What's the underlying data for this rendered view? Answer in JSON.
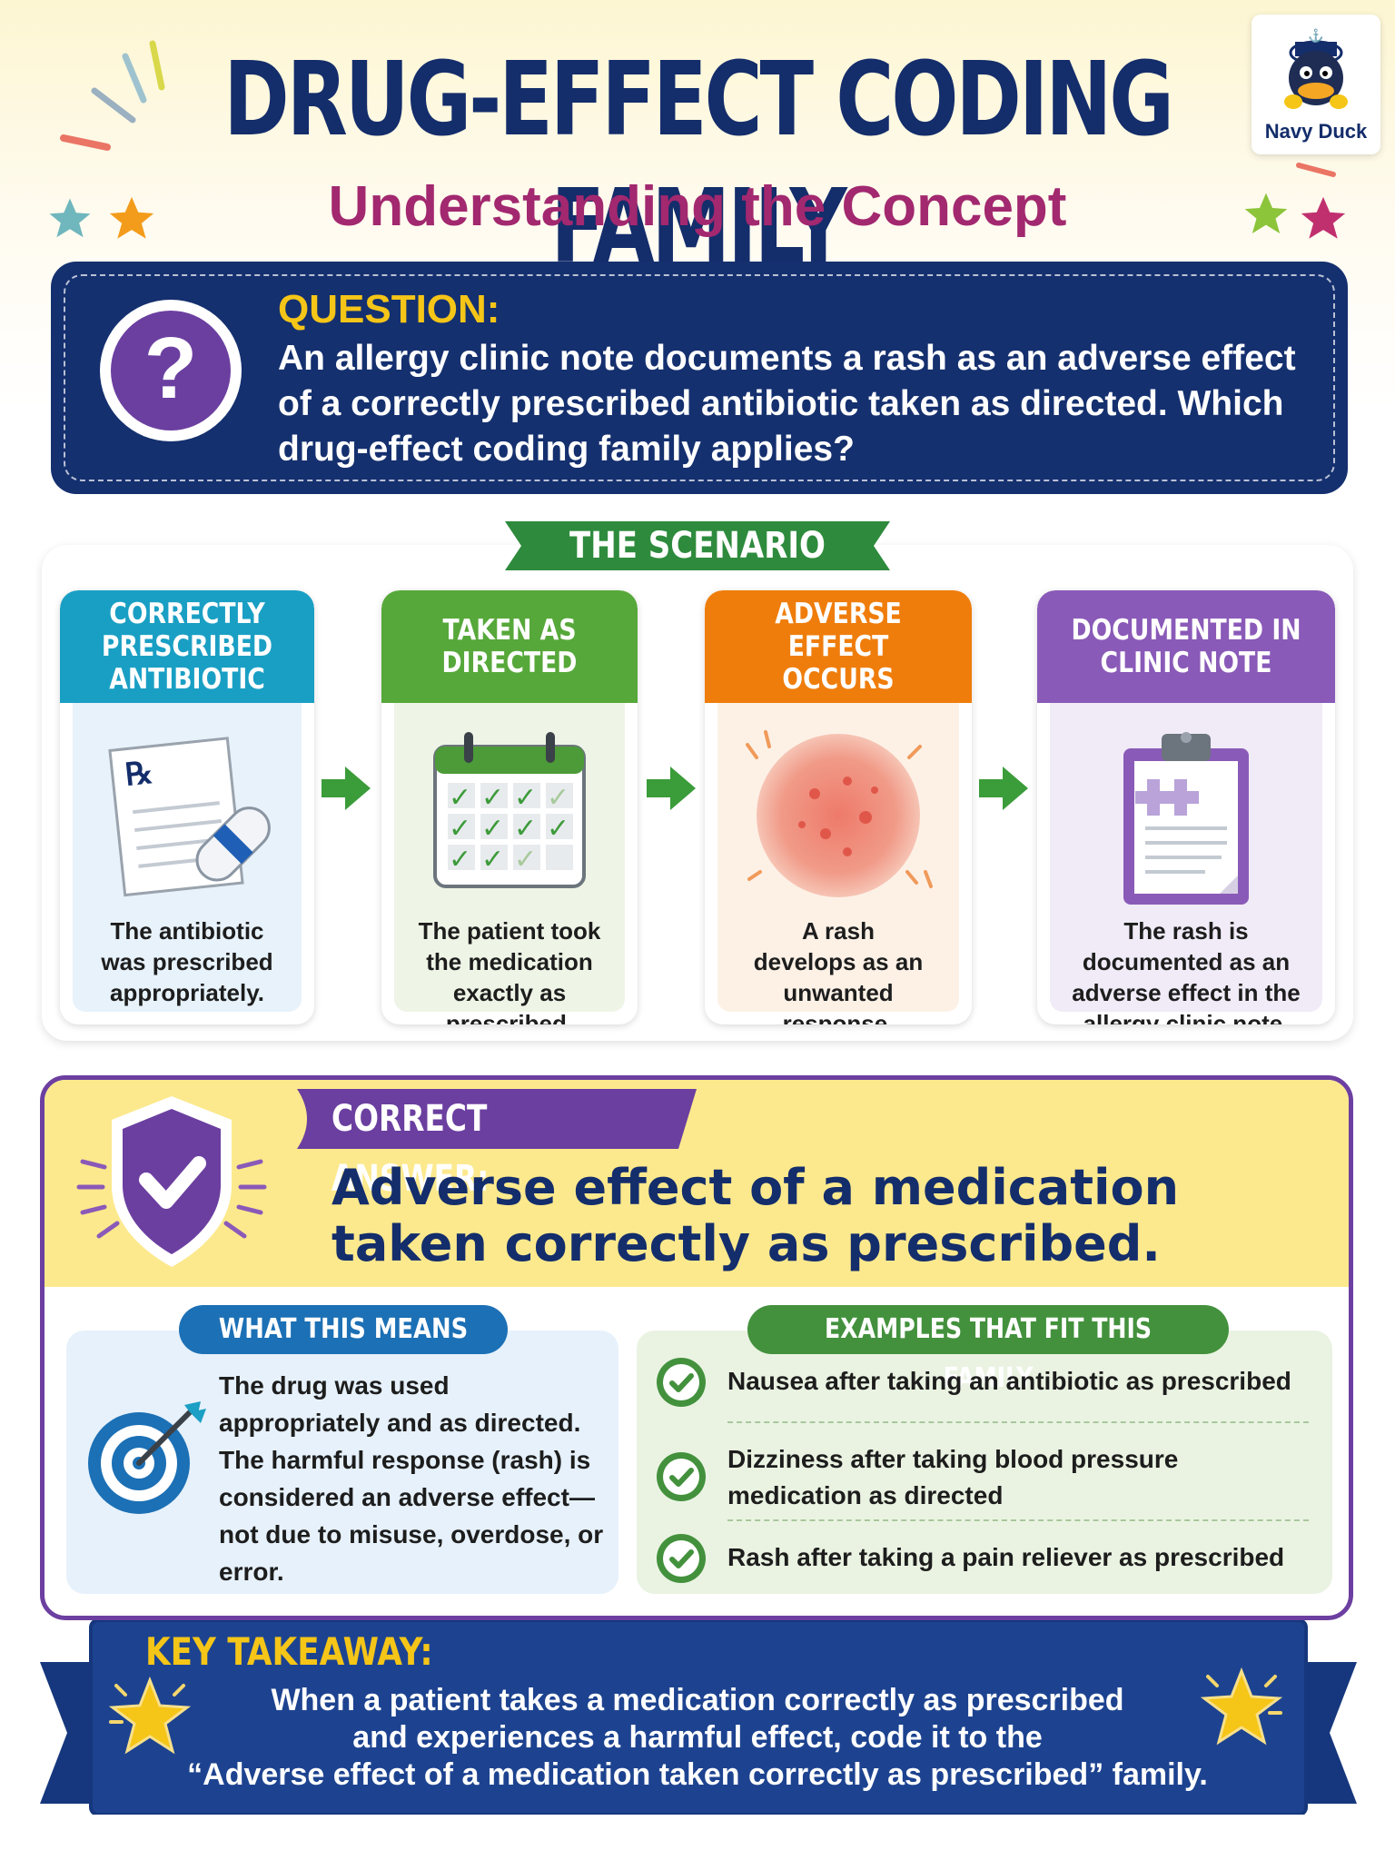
{
  "header": {
    "title": "DRUG-EFFECT CODING FAMILY",
    "subtitle": "Understanding the Concept",
    "logo_label": "Navy Duck"
  },
  "question": {
    "label": "QUESTION:",
    "text": "An allergy clinic note documents a rash as an adverse effect of a correctly prescribed antibiotic taken as directed. Which drug-effect coding family applies?",
    "icon": "question-mark-icon"
  },
  "scenario": {
    "tag": "THE SCENARIO",
    "cards": [
      {
        "title": "CORRECTLY PRESCRIBED ANTIBIOTIC",
        "desc": "The antibiotic was prescribed appropriately.",
        "icon": "prescription-pill-icon",
        "color": "#1a9fc4"
      },
      {
        "title": "TAKEN AS DIRECTED",
        "desc": "The patient took the medication exactly as prescribed.",
        "icon": "calendar-check-icon",
        "color": "#57a83a"
      },
      {
        "title": "ADVERSE EFFECT OCCURS",
        "desc": "A rash develops as an unwanted response.",
        "icon": "rash-icon",
        "color": "#ef7d0c"
      },
      {
        "title": "DOCUMENTED IN CLINIC NOTE",
        "desc": "The rash is documented as an adverse effect in the allergy clinic note.",
        "icon": "clipboard-icon",
        "color": "#8a5ab8"
      }
    ]
  },
  "answer": {
    "label": "CORRECT ANSWER:",
    "text_line1": "Adverse effect of a medication",
    "text_line2": "taken correctly as prescribed.",
    "icon": "shield-check-icon"
  },
  "means": {
    "label": "WHAT THIS MEANS",
    "text": "The drug was used appropriately and as directed. The harmful response (rash) is considered an adverse effect—not due to misuse, overdose, or error.",
    "icon": "target-icon"
  },
  "examples": {
    "label": "EXAMPLES THAT FIT THIS FAMILY",
    "items": [
      "Nausea after taking an antibiotic as prescribed",
      "Dizziness after taking blood pressure medication as directed",
      "Rash after taking a pain reliever as prescribed"
    ]
  },
  "takeaway": {
    "label": "KEY TAKEAWAY:",
    "line1": "When a patient takes a medication correctly as prescribed",
    "line2": "and experiences a harmful effect, code it to the",
    "line3": "“Adverse effect of a medication taken correctly as prescribed” family."
  },
  "colors": {
    "navy": "#142d6b",
    "magenta": "#a2286f",
    "gold": "#f5c518",
    "purple": "#6c3fa0"
  }
}
